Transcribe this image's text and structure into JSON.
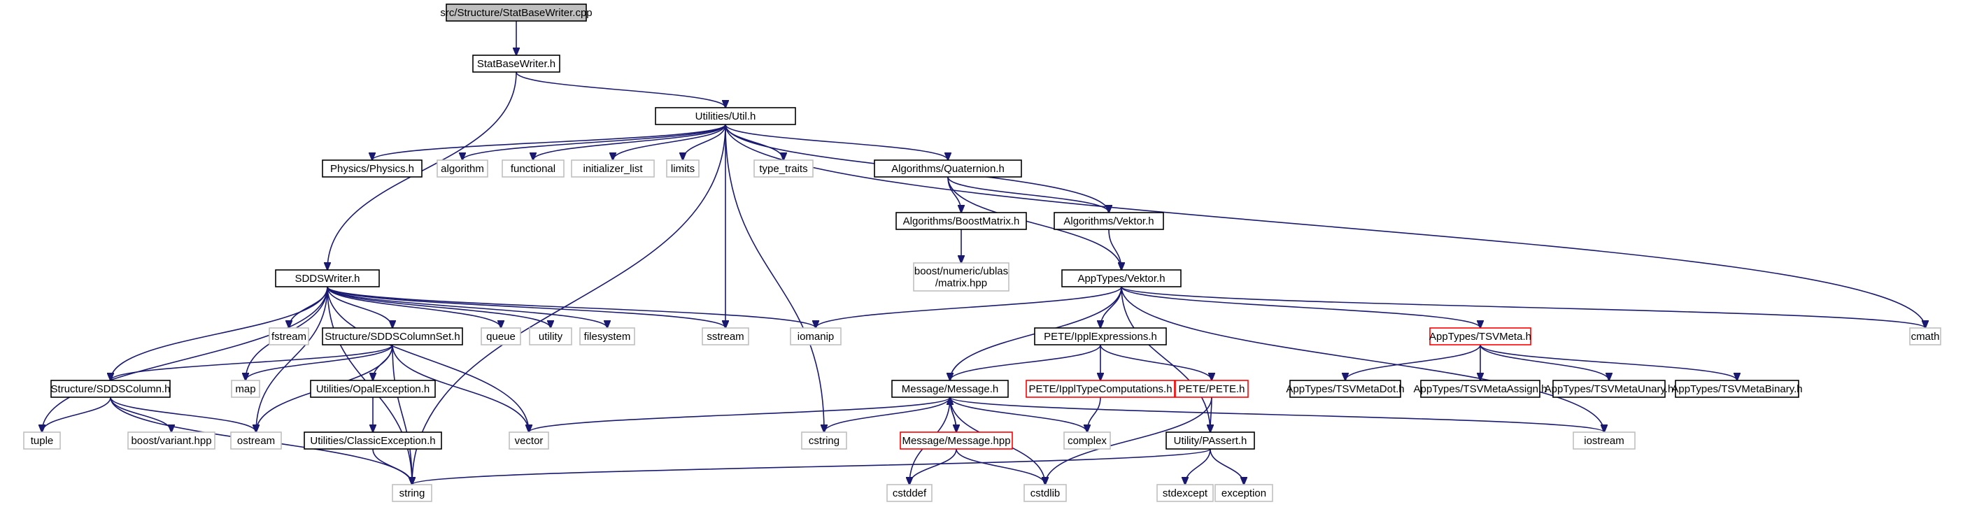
{
  "colors": {
    "edge": "#191970",
    "root_fill": "#bfbfbf",
    "box_stroke": "#000000",
    "system_stroke": "#bfbfbf",
    "unresolved_stroke": "#ff0000"
  },
  "nodes": [
    {
      "id": "n0",
      "label": "src/Structure/StatBaseWriter.cpp",
      "kind": "root"
    },
    {
      "id": "n1",
      "label": "StatBaseWriter.h",
      "kind": "file"
    },
    {
      "id": "n2",
      "label": "Utilities/Util.h",
      "kind": "file"
    },
    {
      "id": "n3",
      "label": "SDDSWriter.h",
      "kind": "file"
    },
    {
      "id": "n4",
      "label": "Physics/Physics.h",
      "kind": "file"
    },
    {
      "id": "n5",
      "label": "algorithm",
      "kind": "system"
    },
    {
      "id": "n6",
      "label": "functional",
      "kind": "system"
    },
    {
      "id": "n7",
      "label": "initializer_list",
      "kind": "system"
    },
    {
      "id": "n8",
      "label": "limits",
      "kind": "system"
    },
    {
      "id": "n9",
      "label": "type_traits",
      "kind": "system"
    },
    {
      "id": "n10",
      "label": "Algorithms/Quaternion.h",
      "kind": "file"
    },
    {
      "id": "n11",
      "label": "Algorithms/BoostMatrix.h",
      "kind": "file"
    },
    {
      "id": "n12",
      "label": "boost/numeric/ublas\n/matrix.hpp",
      "kind": "system"
    },
    {
      "id": "n13",
      "label": "Algorithms/Vektor.h",
      "kind": "file"
    },
    {
      "id": "n14",
      "label": "AppTypes/Vektor.h",
      "kind": "file"
    },
    {
      "id": "n15",
      "label": "cmath",
      "kind": "system"
    },
    {
      "id": "n16",
      "label": "fstream",
      "kind": "system"
    },
    {
      "id": "n17",
      "label": "Structure/SDDSColumnSet.h",
      "kind": "file"
    },
    {
      "id": "n18",
      "label": "queue",
      "kind": "system"
    },
    {
      "id": "n19",
      "label": "utility",
      "kind": "system"
    },
    {
      "id": "n20",
      "label": "filesystem",
      "kind": "system"
    },
    {
      "id": "n21",
      "label": "sstream",
      "kind": "system"
    },
    {
      "id": "n22",
      "label": "iomanip",
      "kind": "system"
    },
    {
      "id": "n23",
      "label": "PETE/IpplExpressions.h",
      "kind": "file"
    },
    {
      "id": "n24",
      "label": "AppTypes/TSVMeta.h",
      "kind": "unresolved"
    },
    {
      "id": "n25",
      "label": "Structure/SDDSColumn.h",
      "kind": "file"
    },
    {
      "id": "n26",
      "label": "map",
      "kind": "system"
    },
    {
      "id": "n27",
      "label": "Utilities/OpalException.h",
      "kind": "file"
    },
    {
      "id": "n28",
      "label": "Message/Message.h",
      "kind": "file"
    },
    {
      "id": "n29",
      "label": "PETE/IpplTypeComputations.h",
      "kind": "unresolved"
    },
    {
      "id": "n30",
      "label": "PETE/PETE.h",
      "kind": "unresolved"
    },
    {
      "id": "n31",
      "label": "AppTypes/TSVMetaDot.h",
      "kind": "file"
    },
    {
      "id": "n32",
      "label": "AppTypes/TSVMetaAssign.h",
      "kind": "file"
    },
    {
      "id": "n33",
      "label": "AppTypes/TSVMetaUnary.h",
      "kind": "file"
    },
    {
      "id": "n34",
      "label": "AppTypes/TSVMetaBinary.h",
      "kind": "file"
    },
    {
      "id": "n35",
      "label": "tuple",
      "kind": "system"
    },
    {
      "id": "n36",
      "label": "boost/variant.hpp",
      "kind": "system"
    },
    {
      "id": "n37",
      "label": "ostream",
      "kind": "system"
    },
    {
      "id": "n38",
      "label": "Utilities/ClassicException.h",
      "kind": "file"
    },
    {
      "id": "n39",
      "label": "vector",
      "kind": "system"
    },
    {
      "id": "n40",
      "label": "cstring",
      "kind": "system"
    },
    {
      "id": "n41",
      "label": "Message/Message.hpp",
      "kind": "unresolved"
    },
    {
      "id": "n42",
      "label": "complex",
      "kind": "system"
    },
    {
      "id": "n43",
      "label": "Utility/PAssert.h",
      "kind": "file"
    },
    {
      "id": "n44",
      "label": "iostream",
      "kind": "system"
    },
    {
      "id": "n45",
      "label": "string",
      "kind": "system"
    },
    {
      "id": "n46",
      "label": "cstddef",
      "kind": "system"
    },
    {
      "id": "n47",
      "label": "cstdlib",
      "kind": "system"
    },
    {
      "id": "n48",
      "label": "stdexcept",
      "kind": "system"
    },
    {
      "id": "n49",
      "label": "exception",
      "kind": "system"
    }
  ],
  "edges": [
    [
      "n0",
      "n1"
    ],
    [
      "n1",
      "n2"
    ],
    [
      "n1",
      "n3"
    ],
    [
      "n2",
      "n4"
    ],
    [
      "n2",
      "n5"
    ],
    [
      "n2",
      "n6"
    ],
    [
      "n2",
      "n7"
    ],
    [
      "n2",
      "n8"
    ],
    [
      "n2",
      "n9"
    ],
    [
      "n2",
      "n10"
    ],
    [
      "n2",
      "n13"
    ],
    [
      "n2",
      "n15"
    ],
    [
      "n2",
      "n21"
    ],
    [
      "n2",
      "n40"
    ],
    [
      "n2",
      "n45"
    ],
    [
      "n10",
      "n11"
    ],
    [
      "n10",
      "n13"
    ],
    [
      "n10",
      "n14"
    ],
    [
      "n11",
      "n12"
    ],
    [
      "n13",
      "n14"
    ],
    [
      "n14",
      "n22"
    ],
    [
      "n14",
      "n23"
    ],
    [
      "n14",
      "n24"
    ],
    [
      "n14",
      "n28"
    ],
    [
      "n14",
      "n43"
    ],
    [
      "n14",
      "n44"
    ],
    [
      "n14",
      "n15"
    ],
    [
      "n3",
      "n16"
    ],
    [
      "n3",
      "n17"
    ],
    [
      "n3",
      "n18"
    ],
    [
      "n3",
      "n19"
    ],
    [
      "n3",
      "n20"
    ],
    [
      "n3",
      "n21"
    ],
    [
      "n3",
      "n22"
    ],
    [
      "n3",
      "n25"
    ],
    [
      "n3",
      "n26"
    ],
    [
      "n3",
      "n35"
    ],
    [
      "n3",
      "n37"
    ],
    [
      "n3",
      "n39"
    ],
    [
      "n3",
      "n45"
    ],
    [
      "n17",
      "n25"
    ],
    [
      "n17",
      "n26"
    ],
    [
      "n17",
      "n27"
    ],
    [
      "n17",
      "n37"
    ],
    [
      "n17",
      "n39"
    ],
    [
      "n17",
      "n45"
    ],
    [
      "n25",
      "n35"
    ],
    [
      "n25",
      "n36"
    ],
    [
      "n25",
      "n37"
    ],
    [
      "n25",
      "n45"
    ],
    [
      "n27",
      "n38"
    ],
    [
      "n38",
      "n45"
    ],
    [
      "n23",
      "n28"
    ],
    [
      "n23",
      "n29"
    ],
    [
      "n23",
      "n30"
    ],
    [
      "n29",
      "n42"
    ],
    [
      "n30",
      "n43"
    ],
    [
      "n30",
      "n47"
    ],
    [
      "n24",
      "n31"
    ],
    [
      "n24",
      "n32"
    ],
    [
      "n24",
      "n33"
    ],
    [
      "n24",
      "n34"
    ],
    [
      "n28",
      "n39"
    ],
    [
      "n28",
      "n40"
    ],
    [
      "n28",
      "n41"
    ],
    [
      "n28",
      "n42"
    ],
    [
      "n28",
      "n44"
    ],
    [
      "n28",
      "n46"
    ],
    [
      "n28",
      "n47"
    ],
    [
      "n41",
      "n28"
    ],
    [
      "n41",
      "n46"
    ],
    [
      "n41",
      "n47"
    ],
    [
      "n43",
      "n45"
    ],
    [
      "n43",
      "n48"
    ],
    [
      "n43",
      "n49"
    ]
  ]
}
